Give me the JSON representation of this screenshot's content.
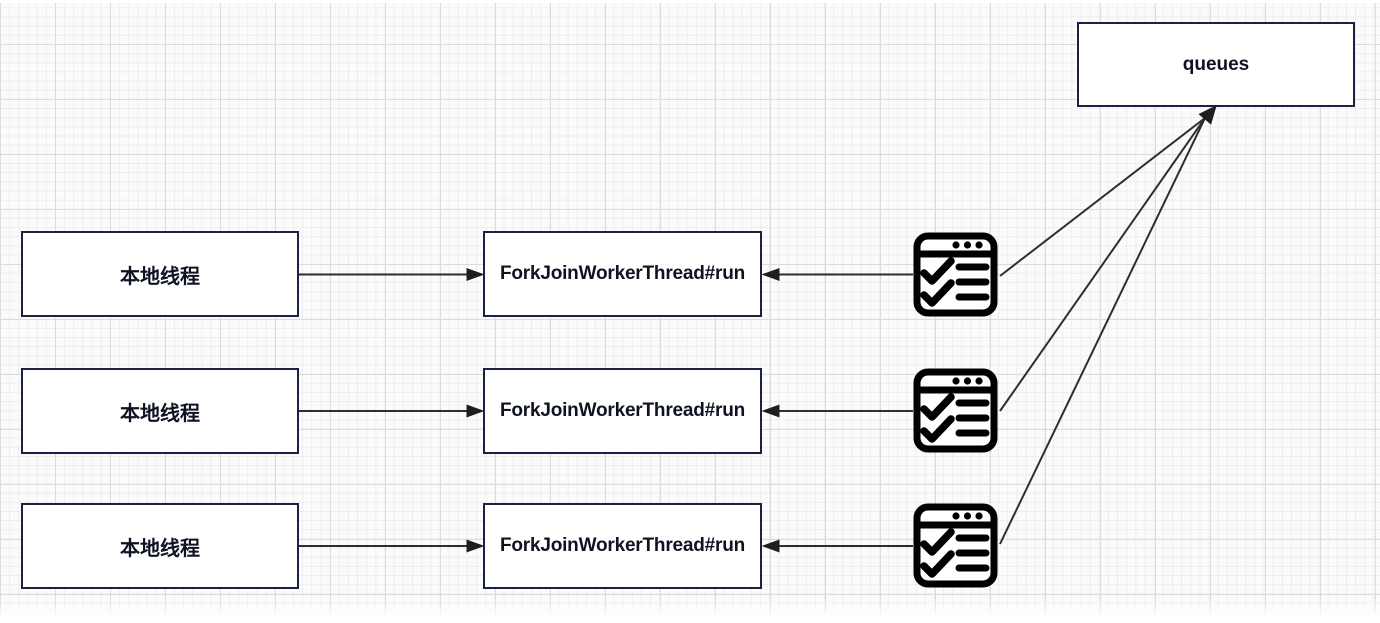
{
  "diagram": {
    "queues": {
      "label": "queues"
    },
    "rows": [
      {
        "local": "本地线程",
        "worker": "ForkJoinWorkerThread#run",
        "icon": "task-list-window-icon"
      },
      {
        "local": "本地线程",
        "worker": "ForkJoinWorkerThread#run",
        "icon": "task-list-window-icon"
      },
      {
        "local": "本地线程",
        "worker": "ForkJoinWorkerThread#run",
        "icon": "task-list-window-icon"
      }
    ],
    "colors": {
      "node_border": "#1b2145",
      "node_fill": "#ffffff",
      "node_text": "#0e1322",
      "connector": "#2e2e2e",
      "icon_stroke": "#000000",
      "grid_minor": "#ededed",
      "grid_major": "#dcdcdc",
      "canvas_bg": "#fbfbfb"
    }
  }
}
